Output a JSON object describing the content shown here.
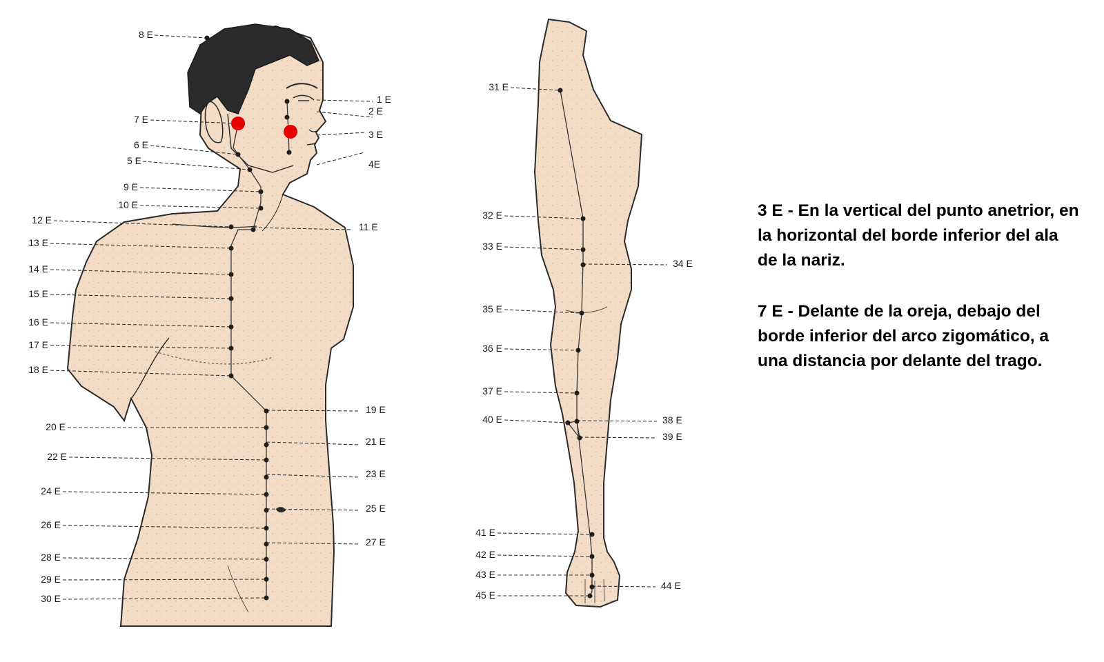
{
  "colors": {
    "skin": "#f3dcc6",
    "outline": "#2a2a2a",
    "hair": "#2b2b2b",
    "highlight": "#e80000",
    "point": "#1f1f1f",
    "guide": "#333333"
  },
  "torso_points": [
    {
      "id": "1E",
      "label": "1 E"
    },
    {
      "id": "2E",
      "label": "2 E"
    },
    {
      "id": "3E",
      "label": "3 E"
    },
    {
      "id": "4E",
      "label": "4E"
    },
    {
      "id": "5E",
      "label": "5 E"
    },
    {
      "id": "6E",
      "label": "6 E"
    },
    {
      "id": "7E",
      "label": "7 E"
    },
    {
      "id": "8E",
      "label": "8 E"
    },
    {
      "id": "9E",
      "label": "9 E"
    },
    {
      "id": "10E",
      "label": "10 E"
    },
    {
      "id": "11E",
      "label": "11 E"
    },
    {
      "id": "12E",
      "label": "12 E"
    },
    {
      "id": "13E",
      "label": "13 E"
    },
    {
      "id": "14E",
      "label": "14 E"
    },
    {
      "id": "15E",
      "label": "15 E"
    },
    {
      "id": "16E",
      "label": "16 E"
    },
    {
      "id": "17E",
      "label": "17 E"
    },
    {
      "id": "18E",
      "label": "18 E"
    },
    {
      "id": "19E",
      "label": "19 E"
    },
    {
      "id": "20E",
      "label": "20 E"
    },
    {
      "id": "21E",
      "label": "21 E"
    },
    {
      "id": "22E",
      "label": "22 E"
    },
    {
      "id": "23E",
      "label": "23 E"
    },
    {
      "id": "24E",
      "label": "24 E"
    },
    {
      "id": "25E",
      "label": "25 E"
    },
    {
      "id": "26E",
      "label": "26 E"
    },
    {
      "id": "27E",
      "label": "27 E"
    },
    {
      "id": "28E",
      "label": "28 E"
    },
    {
      "id": "29E",
      "label": "29 E"
    },
    {
      "id": "30E",
      "label": "30 E"
    }
  ],
  "leg_points": [
    {
      "id": "31E",
      "label": "31 E"
    },
    {
      "id": "32E",
      "label": "32 E"
    },
    {
      "id": "33E",
      "label": "33 E"
    },
    {
      "id": "34E",
      "label": "34 E"
    },
    {
      "id": "35E",
      "label": "35 E"
    },
    {
      "id": "36E",
      "label": "36 E"
    },
    {
      "id": "37E",
      "label": "37 E"
    },
    {
      "id": "38E",
      "label": "38 E"
    },
    {
      "id": "39E",
      "label": "39 E"
    },
    {
      "id": "40E",
      "label": "40 E"
    },
    {
      "id": "41E",
      "label": "41 E"
    },
    {
      "id": "42E",
      "label": "42 E"
    },
    {
      "id": "43E",
      "label": "43 E"
    },
    {
      "id": "44E",
      "label": "44 E"
    },
    {
      "id": "45E",
      "label": "45 E"
    }
  ],
  "highlighted": [
    "3E",
    "7E"
  ],
  "notes": {
    "n3": "3 E - En la vertical del punto anetrior, en la horizontal del borde inferior del ala de la nariz.",
    "n7": "7 E - Delante de la oreja, debajo del borde inferior del arco zigomático, a una distancia por delante del trago."
  }
}
